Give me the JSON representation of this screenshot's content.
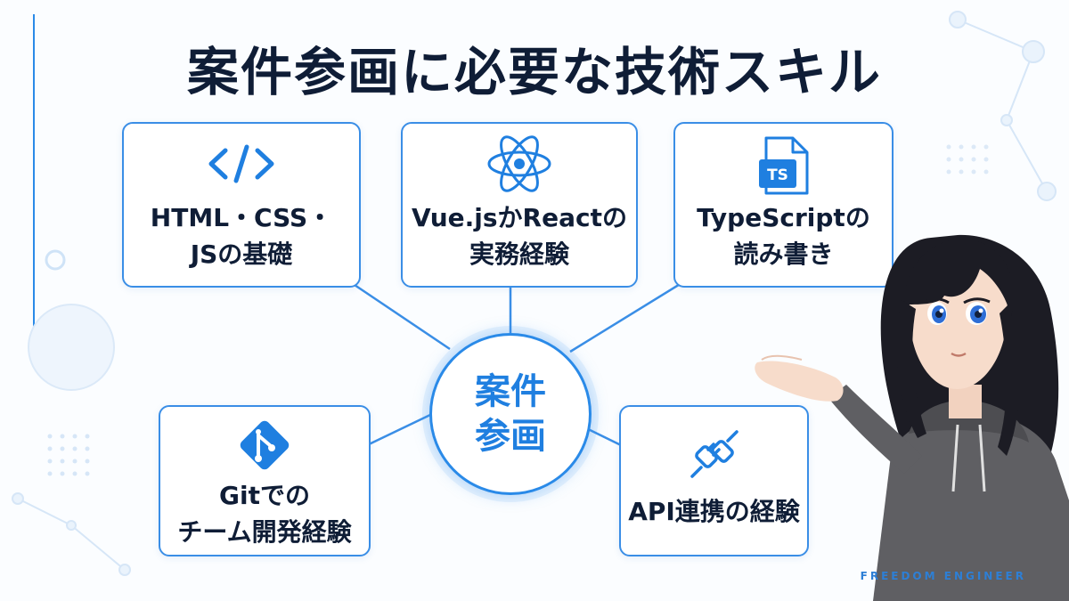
{
  "title": "案件参画に必要な技術スキル",
  "center": {
    "line1": "案件",
    "line2": "参画"
  },
  "cards": [
    {
      "id": "html-css-js",
      "lines": [
        "HTML・CSS・",
        "JSの基礎"
      ],
      "icon": "code-brackets-icon"
    },
    {
      "id": "vue-react",
      "lines": [
        "Vue.jsかReactの",
        "実務経験"
      ],
      "icon": "react-atom-icon"
    },
    {
      "id": "typescript",
      "lines": [
        "TypeScriptの",
        "読み書き"
      ],
      "icon": "typescript-file-icon",
      "icon_text": "TS"
    },
    {
      "id": "git",
      "lines": [
        "Gitでの",
        "チーム開発経験"
      ],
      "icon": "git-logo-icon"
    },
    {
      "id": "api",
      "lines": [
        "API連携の経験"
      ],
      "icon": "plug-connector-icon"
    }
  ],
  "brand": "FREEDOM ENGINEER",
  "colors": {
    "accent": "#2a8ae8",
    "title": "#0f1d36",
    "card_border": "#3a8ee6",
    "hoodie": "#5f5f63",
    "hair": "#1c1c24"
  }
}
